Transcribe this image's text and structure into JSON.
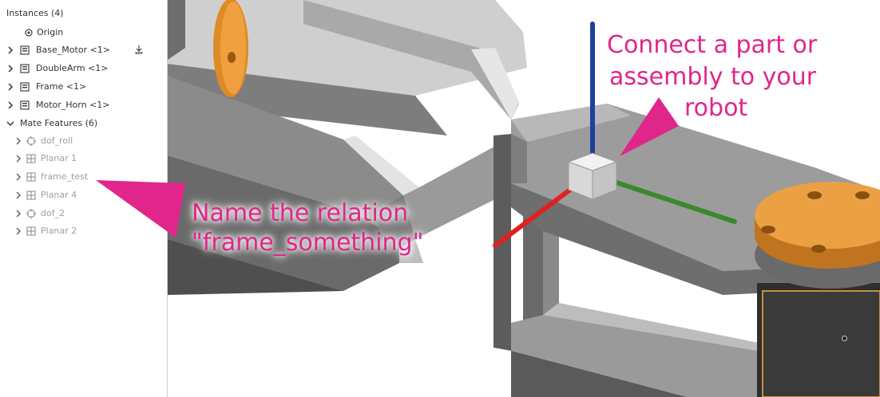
{
  "panel": {
    "instances_header": "Instances (4)",
    "origin_label": "Origin",
    "instances": [
      {
        "label": "Base_Motor <1>",
        "fixed_icon": "ground-icon"
      },
      {
        "label": "DoubleArm <1>"
      },
      {
        "label": "Frame <1>"
      },
      {
        "label": "Motor_Horn <1>"
      }
    ],
    "mate_header": "Mate Features (6)",
    "mates": [
      {
        "label": "dof_roll",
        "icon": "revolute-mate-icon"
      },
      {
        "label": "Planar 1",
        "icon": "planar-mate-icon"
      },
      {
        "label": "frame_test",
        "icon": "planar-mate-icon"
      },
      {
        "label": "Planar 4",
        "icon": "planar-mate-icon"
      },
      {
        "label": "dof_2",
        "icon": "revolute-mate-icon"
      },
      {
        "label": "Planar 2",
        "icon": "planar-mate-icon"
      }
    ]
  },
  "annotations": {
    "connect_line1": "Connect a part or",
    "connect_line2": "assembly to your",
    "connect_line3": "robot",
    "name_line1": "Name the relation",
    "name_line2": "\"frame_something\""
  },
  "colors": {
    "annotation": "#e0268a",
    "part_gray": "#8f8f8f",
    "part_light": "#c9c9c9",
    "part_dark": "#5f5f5f",
    "motor_orange": "#e8952e",
    "axis_x": "#e02020",
    "axis_y": "#3a8a2a",
    "axis_z": "#1f3f9a"
  }
}
